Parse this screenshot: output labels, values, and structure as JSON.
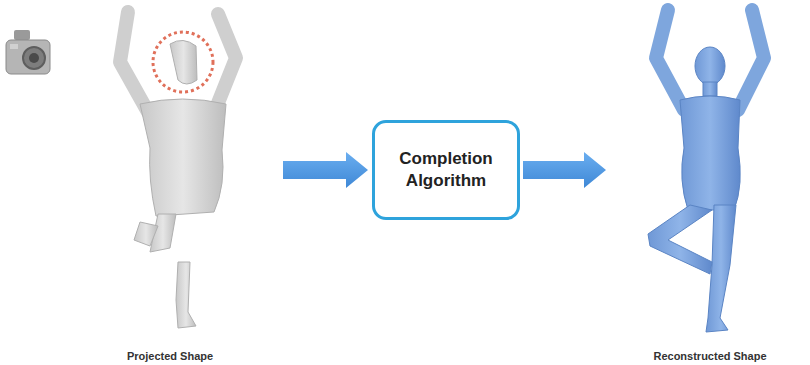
{
  "diagram": {
    "nodes": [
      {
        "text": [
          "Projected Shape"
        ]
      },
      {
        "text": [
          "Completion Algorithm"
        ]
      },
      {
        "text": [
          "Reconstructed Shape"
        ]
      }
    ],
    "edges": [
      {
        "from": 0,
        "to": 1,
        "arrow": "to"
      },
      {
        "from": 1,
        "to": 2,
        "arrow": "to"
      }
    ]
  }
}
